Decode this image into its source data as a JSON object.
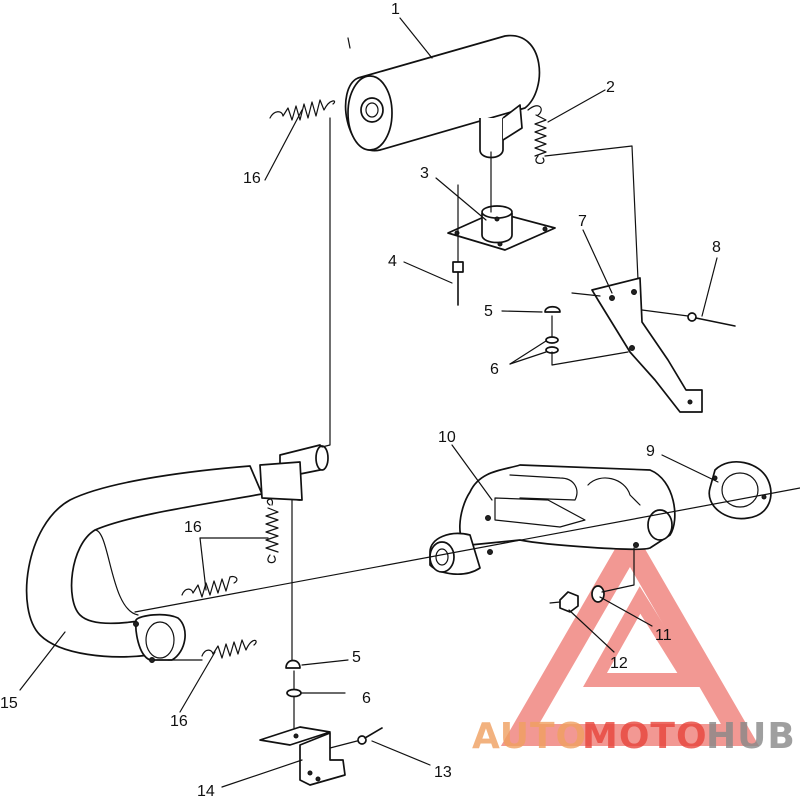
{
  "callouts": {
    "c1": "1",
    "c2": "2",
    "c3": "3",
    "c4": "4",
    "c5a": "5",
    "c6a": "6",
    "c7": "7",
    "c8": "8",
    "c9": "9",
    "c10": "10",
    "c11": "11",
    "c12": "12",
    "c13": "13",
    "c14": "14",
    "c15": "15",
    "c16a": "16",
    "c16b": "16",
    "c16c": "16",
    "c5b": "5",
    "c6b": "6"
  },
  "watermark": {
    "part1": "AUTO",
    "part2": "MOTO",
    "part3": "HUB",
    "color_orange": "#f0a060",
    "color_red": "#e8453c",
    "color_gray": "#888888"
  },
  "parts": [
    "muffler",
    "spring",
    "grommet",
    "bolt",
    "washer",
    "lock-washer",
    "bracket",
    "screw",
    "gasket",
    "exhaust-manifold",
    "washer",
    "nut",
    "screw",
    "bracket",
    "exhaust-pipe",
    "spring"
  ]
}
